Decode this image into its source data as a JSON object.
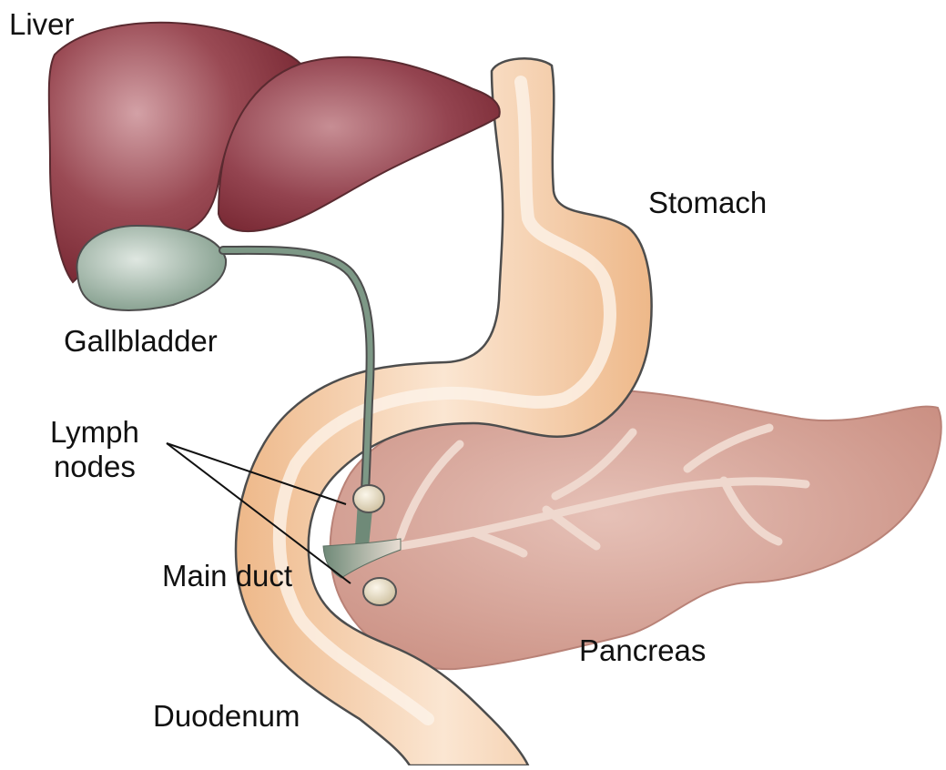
{
  "diagram": {
    "labels": {
      "liver": "Liver",
      "stomach": "Stomach",
      "gallbladder": "Gallbladder",
      "lymph_line1": "Lymph",
      "lymph_line2": "nodes",
      "main_duct": "Main duct",
      "pancreas": "Pancreas",
      "duodenum": "Duodenum"
    },
    "colors": {
      "liver": "#8e3a44",
      "liver_highlight": "#c98f95",
      "gallbladder": "#7f9a8a",
      "bile_duct": "#6f8a78",
      "stomach": "#f3c9a0",
      "stomach_highlight": "#fdf0e4",
      "pancreas": "#d6a59a",
      "pancreas_duct": "#efd6cc",
      "lymph_node": "#e8dcc4",
      "outline": "#555555"
    }
  }
}
